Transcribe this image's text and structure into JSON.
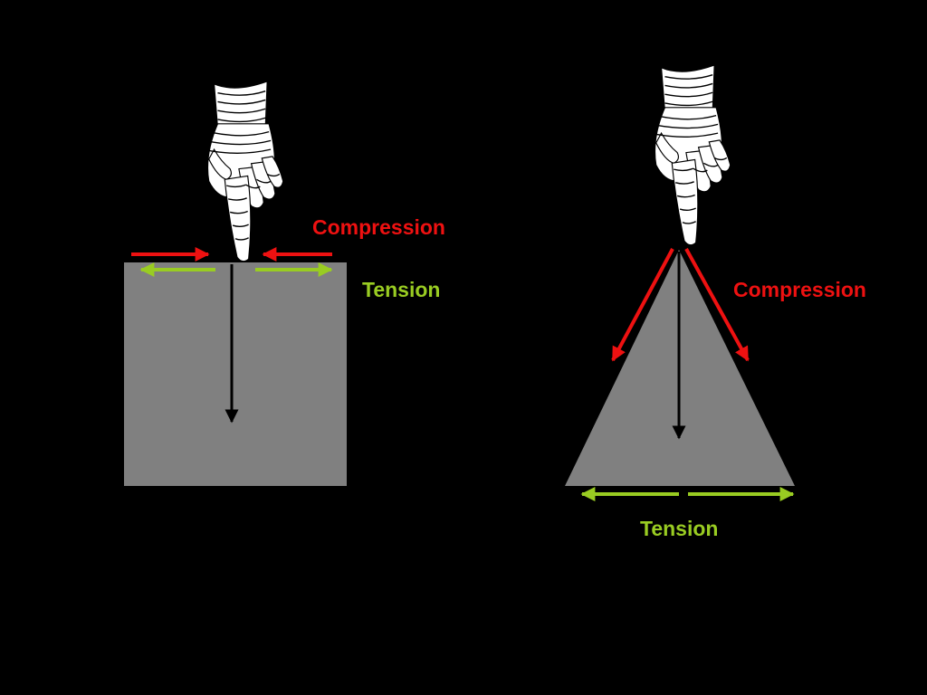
{
  "colors": {
    "background": "#000000",
    "shape_fill": "#808080",
    "compression": "#ee1111",
    "tension": "#99cc22",
    "load_arrow": "#000000",
    "hand": "#ffffff"
  },
  "left_panel": {
    "compression_label": "Compression",
    "tension_label": "Tension",
    "shape": "square",
    "icon": "pointing-hand-icon"
  },
  "right_panel": {
    "compression_label": "Compression",
    "tension_label": "Tension",
    "shape": "triangle",
    "icon": "pointing-hand-icon"
  }
}
